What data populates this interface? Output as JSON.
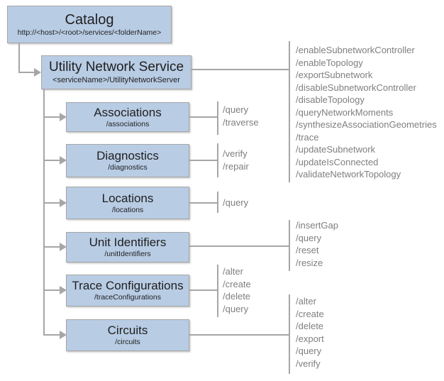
{
  "catalog": {
    "title": "Catalog",
    "subtitle": "http://<host>/<root>/services/<folderName>"
  },
  "service": {
    "title": "Utility Network Service",
    "subtitle": "<serviceName>/UtilityNetworkServer",
    "operations": [
      "/enableSubnetworkController",
      "/enableTopology",
      "/exportSubnetwork",
      "/disableSubnetworkController",
      "/disableTopology",
      "/queryNetworkMoments",
      "/synthesizeAssociationGeometries",
      "/trace",
      "/updateSubnetwork",
      "/updateIsConnected",
      "/validateNetworkTopology"
    ]
  },
  "resources": [
    {
      "title": "Associations",
      "subtitle": "/associations",
      "operations": [
        "/query",
        "/traverse"
      ]
    },
    {
      "title": "Diagnostics",
      "subtitle": "/diagnostics",
      "operations": [
        "/verify",
        "/repair"
      ]
    },
    {
      "title": "Locations",
      "subtitle": "/locations",
      "operations": [
        "/query"
      ]
    },
    {
      "title": "Unit Identifiers",
      "subtitle": "/unitIdentifiers",
      "operations": [
        "/insertGap",
        "/query",
        "/reset",
        "/resize"
      ]
    },
    {
      "title": "Trace Configurations",
      "subtitle": "/traceConfigurations",
      "operations": [
        "/alter",
        "/create",
        "/delete",
        "/query"
      ]
    },
    {
      "title": "Circuits",
      "subtitle": "/circuits",
      "operations": [
        "/alter",
        "/create",
        "/delete",
        "/export",
        "/query",
        "/verify"
      ]
    }
  ],
  "colors": {
    "box_fill": "#b8cce4",
    "box_border": "#a6a6a6",
    "line_color": "#a6a6a6",
    "ops_color": "#7f7f7f",
    "title_color": "#1f1f1f"
  }
}
